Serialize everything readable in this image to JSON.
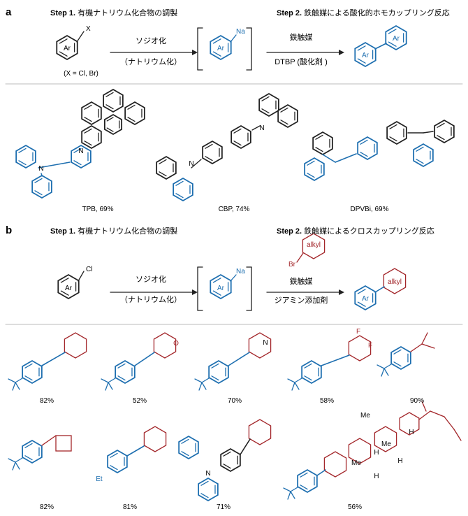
{
  "colors": {
    "blue": "#1e6fb0",
    "red": "#a3262a",
    "black": "#222222",
    "divider": "#bbbbbb"
  },
  "panel_a": {
    "label": "a",
    "step1": {
      "bold": "Step 1.",
      "text": "有機ナトリウム化合物の調製"
    },
    "step2": {
      "bold": "Step 2.",
      "text": "鉄触媒による酸化的ホモカップリング反応"
    },
    "substituent": "X",
    "ar": "Ar",
    "na": "Na",
    "substrate_note": "(X = Cl, Br)",
    "arrow1_top": "ソジオ化",
    "arrow1_bottom": "（ナトリウム化）",
    "arrow2_top": "鉄触媒",
    "arrow2_bottom": "DTBP (酸化剤 )",
    "products": [
      {
        "name": "TPB, 69%"
      },
      {
        "name": "CBP, 74%"
      },
      {
        "name": "DPVBi, 69%"
      }
    ],
    "atom_n": "N"
  },
  "panel_b": {
    "label": "b",
    "step1": {
      "bold": "Step 1.",
      "text": "有機ナトリウム化合物の調製"
    },
    "step2": {
      "bold": "Step 2.",
      "text": "鉄触媒によるクロスカップリング反応"
    },
    "cl": "Cl",
    "ar": "Ar",
    "na": "Na",
    "alkyl": "alkyl",
    "br": "Br",
    "arrow1_top": "ソジオ化",
    "arrow1_bottom": "（ナトリウム化）",
    "arrow2_top": "鉄触媒",
    "arrow2_bottom": "ジアミン添加剤",
    "yields_row1": [
      "82%",
      "52%",
      "70%",
      "58%",
      "90%"
    ],
    "yields_row2": [
      "82%",
      "81%",
      "71%",
      "56%"
    ],
    "atom_o": "O",
    "atom_n": "N",
    "atom_f": "F",
    "et": "Et",
    "me": "Me",
    "h": "H"
  }
}
